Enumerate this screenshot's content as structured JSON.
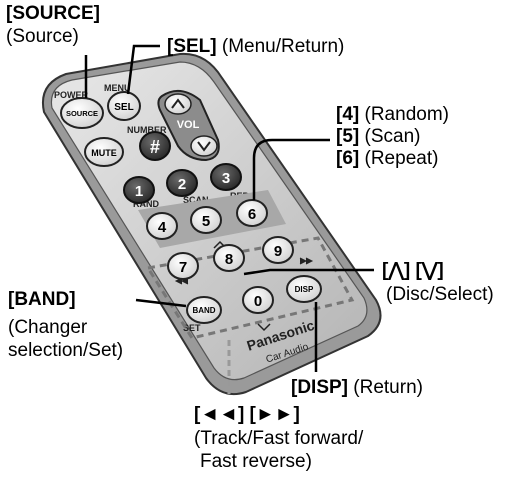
{
  "remote": {
    "buttons": {
      "source": "SOURCE",
      "sel": "SEL",
      "vol": "VOL",
      "mute": "MUTE",
      "hash": "#",
      "num1": "1",
      "num2": "2",
      "num3": "3",
      "num4": "4",
      "num5": "5",
      "num6": "6",
      "num7": "7",
      "num8": "8",
      "num9": "9",
      "num0": "0",
      "band": "BAND",
      "disp": "DISP"
    },
    "small_labels": {
      "power": "POWER",
      "menu": "MENU",
      "number": "NUMBER",
      "rand": "RAND",
      "scan": "SCAN",
      "rep": "REP",
      "set": "SET"
    },
    "brand": "Panasonic",
    "sub_brand": "Car Audio"
  },
  "callouts": {
    "source_key": "[SOURCE]",
    "source_desc": "(Source)",
    "sel_key": "[SEL]",
    "sel_desc": " (Menu/Return)",
    "k4": "[4]",
    "k4_desc": " (Random)",
    "k5": "[5]",
    "k5_desc": " (Scan)",
    "k6": "[6]",
    "k6_desc": " (Repeat)",
    "updown_key": "[⋀] [⋁]",
    "updown_desc": "(Disc/Select)",
    "band_key": "[BAND]",
    "band_desc_1": "(Changer",
    "band_desc_2": "selection/Set)",
    "disp_key": "[DISP]",
    "disp_desc": " (Return)",
    "track_key": "[◄◄] [►►]",
    "track_desc_1": "(Track/Fast forward/",
    "track_desc_2": "Fast reverse)"
  }
}
